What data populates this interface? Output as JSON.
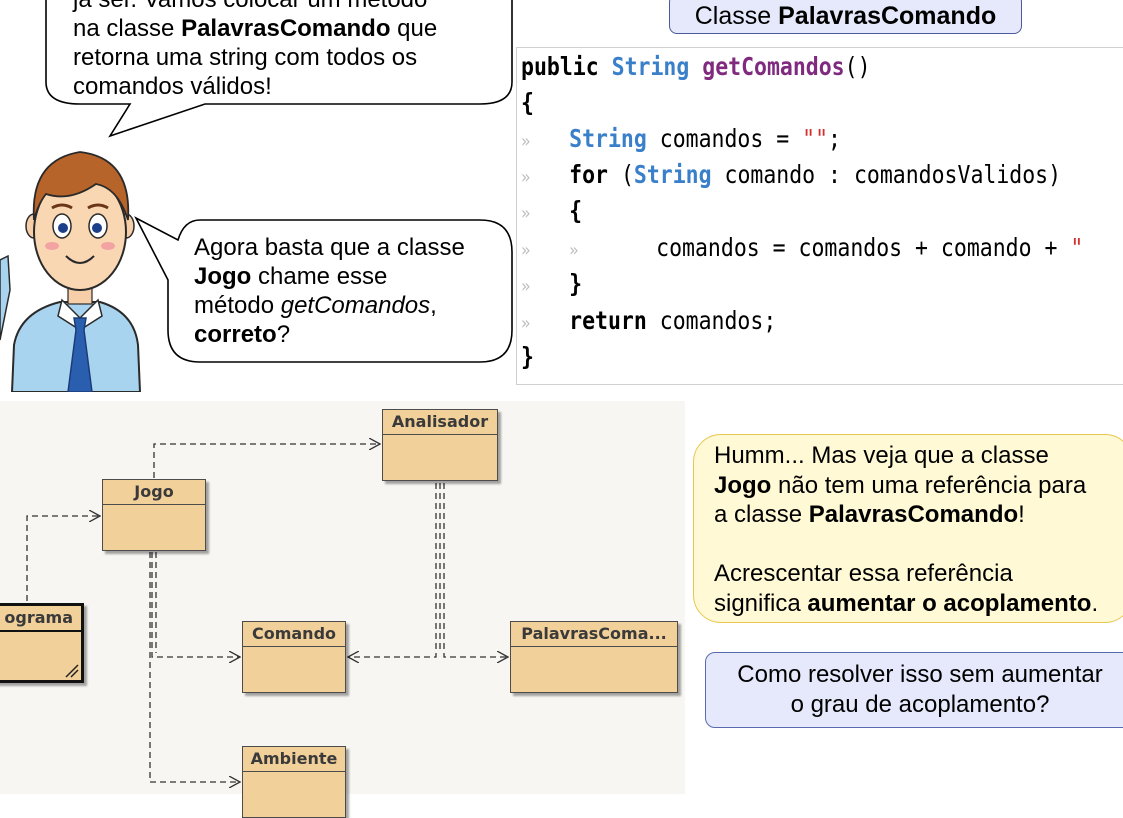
{
  "bubble_top": {
    "line1": "já ser. Vamos colocar um método",
    "line2_pre": "na classe ",
    "line2_bold": "PalavrasComando",
    "line2_post": " que",
    "line3": "retorna uma string com todos os",
    "line4": "comandos válidos!"
  },
  "bubble_right": {
    "line1": "Agora basta que a classe",
    "line2_bold": "Jogo",
    "line2_post": " chame esse",
    "line3_pre": "método ",
    "line3_italic": "getComandos",
    "line3_post": ",",
    "line4_bold": "correto",
    "line4_post": "?"
  },
  "class_title": {
    "pre": "Classe ",
    "bold": "PalavrasComando"
  },
  "code": {
    "l1_kw": "public",
    "l1_type": "String",
    "l1_fn": "getComandos",
    "l1_rest": "()",
    "l2": "{",
    "l3_type": "String",
    "l3_rest": " comandos = ",
    "l3_str": "\"\"",
    "l3_end": ";",
    "l4_kw": "for",
    "l4_open": " (",
    "l4_type": "String",
    "l4_rest": " comando : comandosValidos)",
    "l5": "{",
    "l6_rest": "comandos = comandos + comando + ",
    "l6_str": "\"",
    "l7": "}",
    "l8_kw": "return",
    "l8_rest": " comandos;",
    "l9": "}",
    "tab_marker": "»"
  },
  "uml": {
    "analisador": "Analisador",
    "jogo": "Jogo",
    "programa": "ograma",
    "comando": "Comando",
    "palavras": "PalavrasComa...",
    "ambiente": "Ambiente"
  },
  "note": {
    "l1": "Humm... Mas veja que a classe",
    "l2_bold": "Jogo",
    "l2_post": " não tem uma referência para",
    "l3_pre": "a classe ",
    "l3_bold": "PalavrasComando",
    "l3_post": "!",
    "l4": "Acrescentar essa referência",
    "l5_pre": "significa ",
    "l5_bold": "aumentar o acoplamento",
    "l5_post": "."
  },
  "question": {
    "l1": "Como resolver isso sem aumentar",
    "l2": "o grau de acoplamento?"
  },
  "colors": {
    "keyword_type": "#3a7fc9",
    "method_name": "#7f2a7f",
    "string_literal": "#d2302c",
    "uml_class_fill": "#f2d09a",
    "note_fill": "#fff9d6",
    "question_fill": "#e6e9fb"
  }
}
